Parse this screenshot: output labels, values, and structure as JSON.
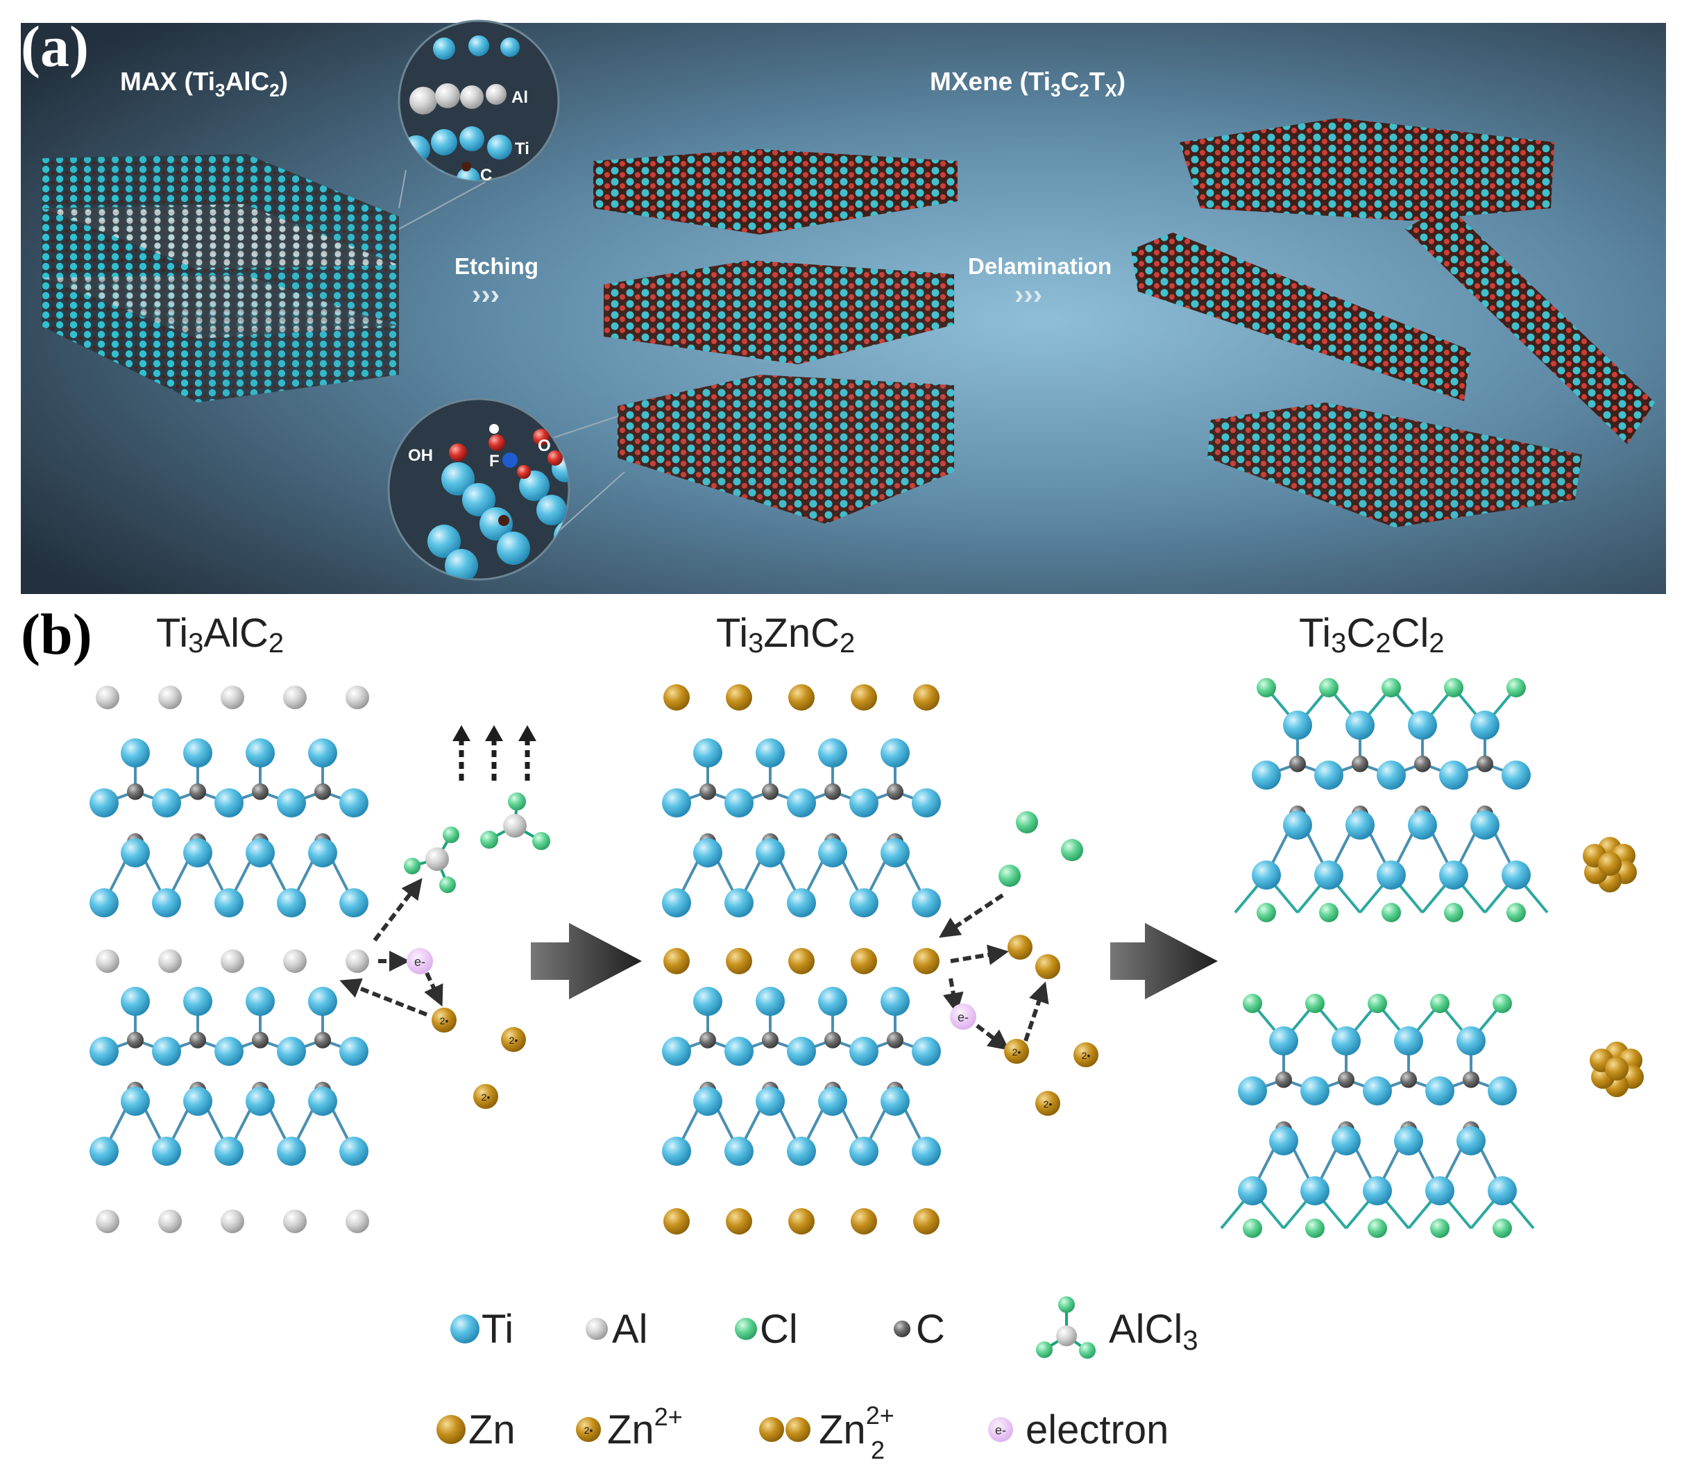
{
  "panel_a": {
    "label": "(a)",
    "max_title": {
      "main": "MAX (Ti",
      "sub1": "3",
      "mid": "AlC",
      "sub2": "2",
      "end": ")"
    },
    "mxene_title": {
      "main": "MXene (Ti",
      "sub1": "3",
      "mid1": "C",
      "sub2": "2",
      "mid2": "T",
      "sub3": "X",
      "end": ")"
    },
    "zoom_top": {
      "al": "Al",
      "ti": "Ti",
      "c": "C"
    },
    "zoom_bottom": {
      "oh": "OH",
      "f": "F",
      "o": "O"
    },
    "etching": "Etching",
    "delamination": "Delamination",
    "chevrons": "›››"
  },
  "panel_b": {
    "label": "(b)",
    "title_1": {
      "a": "Ti",
      "s1": "3",
      "b": "AlC",
      "s2": "2"
    },
    "title_2": {
      "a": "Ti",
      "s1": "3",
      "b": "ZnC",
      "s2": "2"
    },
    "title_3": {
      "a": "Ti",
      "s1": "3",
      "b": "C",
      "s2": "2",
      "c": "Cl",
      "s3": "2"
    },
    "electron_symbol": "e-",
    "zn2_symbol": "2•",
    "legend": {
      "ti": "Ti",
      "al": "Al",
      "cl": "Cl",
      "c": "C",
      "alcl3": {
        "a": "AlCl",
        "s": "3"
      },
      "zn": "Zn",
      "zn2": {
        "a": "Zn",
        "sup": "2+"
      },
      "zn2_2": {
        "a": "Zn",
        "sup": "2+",
        "sub": "2"
      },
      "electron": "electron"
    }
  },
  "colors": {
    "ti": "#5cc3e6",
    "al": "#cfcfcf",
    "cl": "#5fd494",
    "c": "#6e6e6e",
    "zn": "#c6901c",
    "electron": "#e3b8ee",
    "o": "#d8322a",
    "carbon_dark": "#4b1c10"
  }
}
